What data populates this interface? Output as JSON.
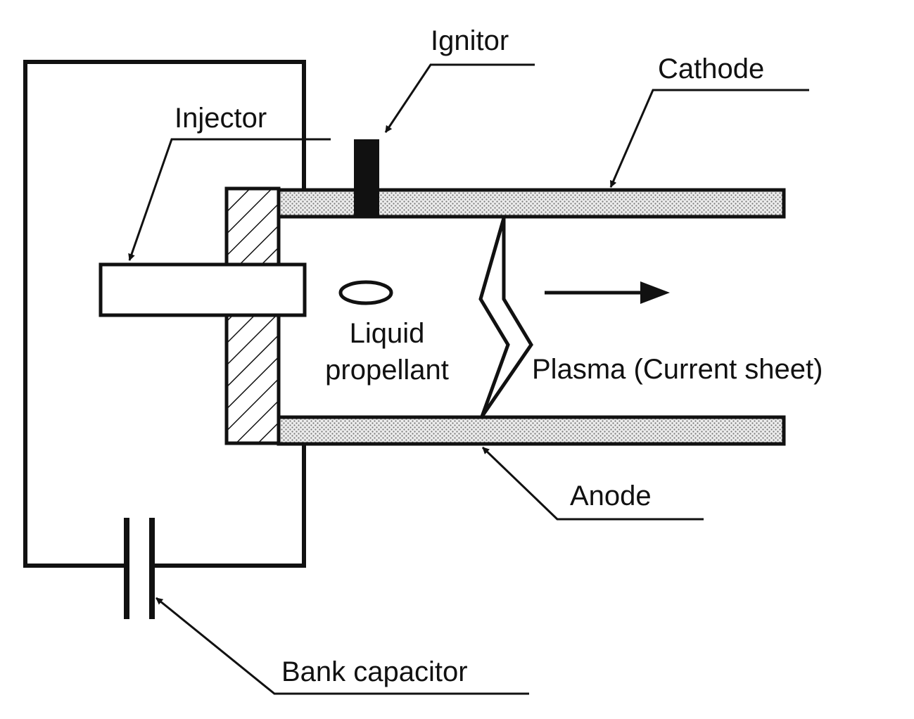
{
  "diagram": {
    "labels": {
      "ignitor": "Ignitor",
      "cathode": "Cathode",
      "injector": "Injector",
      "liquid_line1": "Liquid",
      "liquid_line2": "propellant",
      "plasma": "Plasma (Current sheet)",
      "anode": "Anode",
      "bank_capacitor": "Bank capacitor"
    },
    "colors": {
      "ink": "#111111",
      "background": "#ffffff",
      "electrode_fill": "#e6e6e6",
      "stipple": "#777777"
    }
  }
}
